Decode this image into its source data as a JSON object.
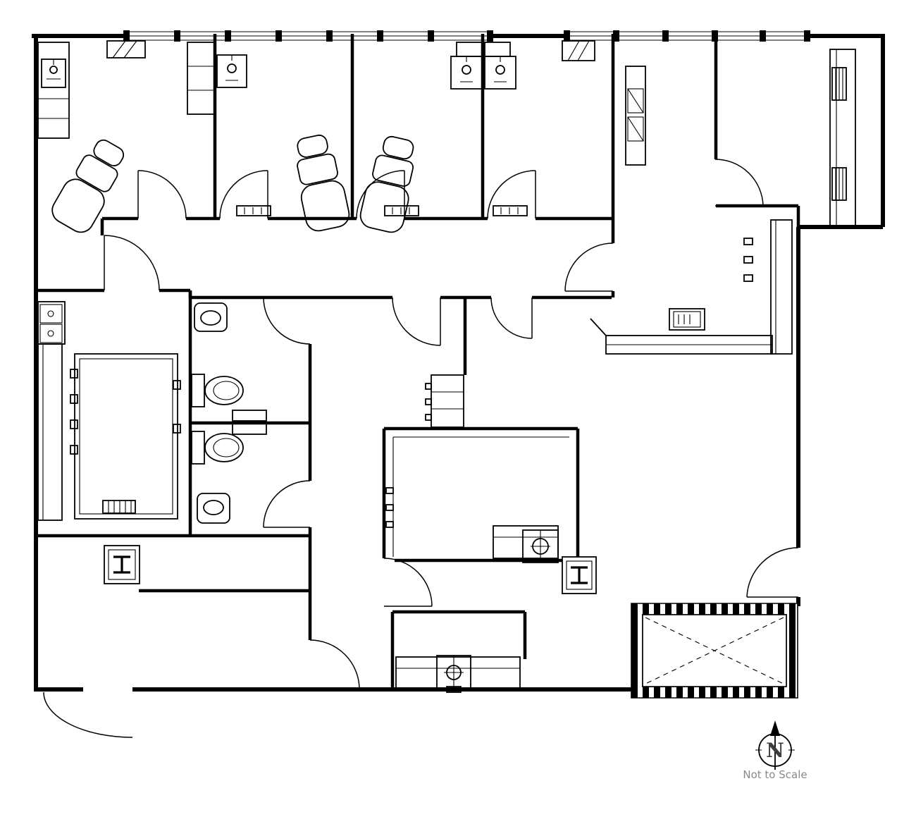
{
  "drawing": {
    "background": "#ffffff",
    "line_color": "#000000",
    "note_text_color": "#8a8a8a",
    "north_letter_color": "#3d3d3d"
  },
  "labels": {
    "north_letter": "N",
    "scale_note": "Not to Scale"
  },
  "icons": {
    "dental-chair": "stacked rounded rectangles (recliner seen from above)",
    "exam-sink": "rectangle with circular drain and faucet tick",
    "double-sink": "two squares with circular drains",
    "toilet": "rectangular tank with elliptical bowl",
    "lavatory-sink": "rounded square with oval basin",
    "counter": "thin double-line rectangle",
    "elevator-shaft": "striped hatch frame with dashed X",
    "structural-column": "square with I-beam section",
    "door": "quarter-circle swing arc with leaf line",
    "storefront-window": "triple parallel lines with mullion blocks",
    "north-arrow": "circle pierced by vertical arrow"
  }
}
